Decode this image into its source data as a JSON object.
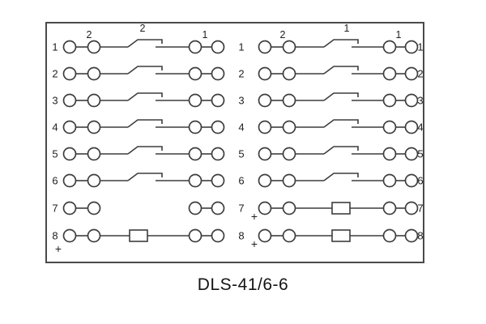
{
  "caption": "DLS-41/6-6",
  "colors": {
    "line": "#3d3d3d",
    "border": "#4a4a4a",
    "background": "#ffffff",
    "text": "#1f1f1f"
  },
  "panels": [
    {
      "name": "left-panel",
      "top_labels": [
        "2",
        "2",
        "1"
      ],
      "rows": [
        {
          "left": "1",
          "type": "switch"
        },
        {
          "left": "2",
          "type": "switch"
        },
        {
          "left": "3",
          "type": "switch"
        },
        {
          "left": "4",
          "type": "switch"
        },
        {
          "left": "5",
          "type": "switch"
        },
        {
          "left": "6",
          "type": "switch"
        },
        {
          "left": "7",
          "type": "open"
        },
        {
          "left": "8",
          "type": "resistor"
        }
      ],
      "plus_rows": [
        8
      ]
    },
    {
      "name": "right-panel",
      "top_labels": [
        "2",
        "1",
        "1"
      ],
      "rows": [
        {
          "left": "1",
          "right": "1",
          "type": "switch"
        },
        {
          "left": "2",
          "right": "2",
          "type": "switch"
        },
        {
          "left": "3",
          "right": "3",
          "type": "switch"
        },
        {
          "left": "4",
          "right": "4",
          "type": "switch"
        },
        {
          "left": "5",
          "right": "5",
          "type": "switch"
        },
        {
          "left": "6",
          "right": "6",
          "type": "switch"
        },
        {
          "left": "7",
          "right": "7",
          "type": "resistor"
        },
        {
          "left": "8",
          "right": "8",
          "type": "resistor"
        }
      ],
      "plus_rows": [
        7,
        8
      ]
    }
  ]
}
